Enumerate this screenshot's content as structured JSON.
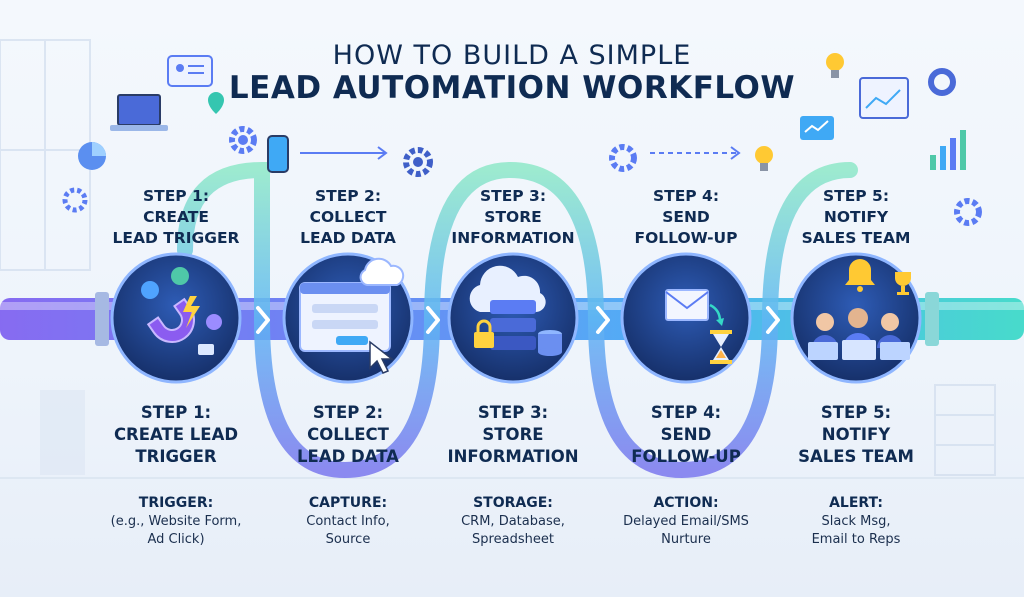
{
  "title": {
    "line1": "HOW TO BUILD A SIMPLE",
    "line2": "LEAD AUTOMATION WORKFLOW"
  },
  "steps": [
    {
      "top_number": "STEP 1:",
      "top_text": [
        "CREATE",
        "LEAD TRIGGER"
      ],
      "bottom_number": "STEP 1:",
      "bottom_text": [
        "CREATE LEAD",
        "TRIGGER"
      ],
      "detail_head": "TRIGGER:",
      "detail_body": [
        "(e.g., Website Form,",
        "Ad Click)"
      ],
      "icon": "magnet-icon"
    },
    {
      "top_number": "STEP 2:",
      "top_text": [
        "COLLECT",
        "LEAD DATA"
      ],
      "bottom_number": "STEP 2:",
      "bottom_text": [
        "COLLECT",
        "LEAD DATA"
      ],
      "detail_head": "CAPTURE:",
      "detail_body": [
        "Contact Info,",
        "Source"
      ],
      "icon": "form-icon"
    },
    {
      "top_number": "STEP 3:",
      "top_text": [
        "STORE",
        "INFORMATION"
      ],
      "bottom_number": "STEP 3:",
      "bottom_text": [
        "STORE",
        "INFORMATION"
      ],
      "detail_head": "STORAGE:",
      "detail_body": [
        "CRM, Database,",
        "Spreadsheet"
      ],
      "icon": "database-icon"
    },
    {
      "top_number": "STEP 4:",
      "top_text": [
        "SEND",
        "FOLLOW-UP"
      ],
      "bottom_number": "STEP 4:",
      "bottom_text": [
        "SEND",
        "FOLLOW-UP"
      ],
      "detail_head": "ACTION:",
      "detail_body": [
        "Delayed Email/SMS",
        "Nurture"
      ],
      "icon": "email-icon"
    },
    {
      "top_number": "STEP 5:",
      "top_text": [
        "NOTIFY",
        "SALES TEAM"
      ],
      "bottom_number": "STEP 5:",
      "bottom_text": [
        "NOTIFY",
        "SALES TEAM"
      ],
      "detail_head": "ALERT:",
      "detail_body": [
        "Slack Msg,",
        "Email to Reps"
      ],
      "icon": "team-icon"
    }
  ],
  "colors": {
    "pipe_start": "#7b5cf0",
    "pipe_mid": "#3fa9f5",
    "pipe_end": "#35d8c6",
    "circle_fill": "#1c3f84",
    "text": "#0f2b52"
  }
}
